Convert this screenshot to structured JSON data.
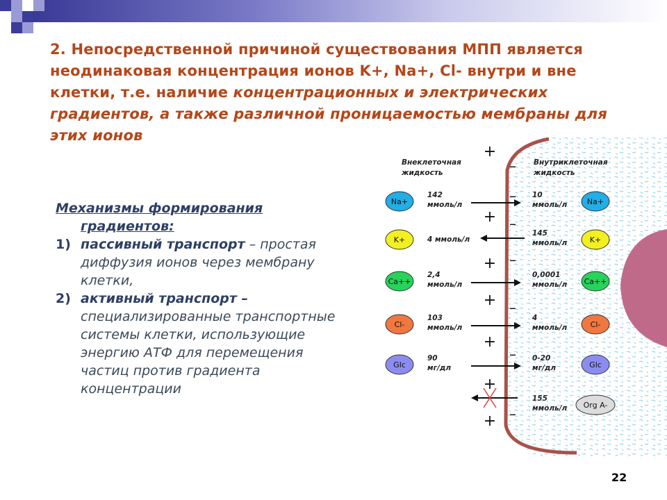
{
  "title": {
    "normal": "2. Непосредственной причиной существования МПП является неодинаковая концентрация ионов K+, Na+, Cl- внутри и вне клетки, т.е. наличие ",
    "italic": "концентрационных и электрических градиентов, а также различной проницаемостью мембраны для этих ионов"
  },
  "mechanisms": {
    "heading_line1": "Механизмы формирования",
    "heading_line2": "градиентов:",
    "items": [
      {
        "num": "1)",
        "bold": "пассивный транспорт",
        "rest": " – простая диффузия ионов через мембрану клетки,"
      },
      {
        "num": "2)",
        "bold": "активный транспорт –",
        "rest": " специализированные транспортные системы клетки, использующие энергию АТФ для перемещения частиц против градиента концентрации"
      }
    ]
  },
  "diagram": {
    "outside_label": [
      "Внеклеточная",
      "жидкость"
    ],
    "inside_label": [
      "Внутриклеточная",
      "жидкость"
    ],
    "plus": "+",
    "minus": "–",
    "ions": [
      {
        "name": "Na+",
        "color": "#22aee6",
        "out_conc": [
          "142",
          "ммоль/л"
        ],
        "in_conc": [
          "10",
          "ммоль/л"
        ],
        "in_name": "Na+",
        "in_color": "#22aee6",
        "direction": "in"
      },
      {
        "name": "K+",
        "color": "#f3f020",
        "out_conc": [
          "4 ммоль/л"
        ],
        "in_conc": [
          "145",
          "ммоль/л"
        ],
        "in_name": "K+",
        "in_color": "#f3f020",
        "direction": "out"
      },
      {
        "name": "Ca++",
        "color": "#27d35a",
        "out_conc": [
          "2,4",
          "ммоль/л"
        ],
        "in_conc": [
          "0,0001",
          "ммоль/л"
        ],
        "in_name": "Ca++",
        "in_color": "#27d35a",
        "direction": "in"
      },
      {
        "name": "Cl-",
        "color": "#f07840",
        "out_conc": [
          "103",
          "ммоль/л"
        ],
        "in_conc": [
          "4",
          "ммоль/л"
        ],
        "in_name": "Cl-",
        "in_color": "#f07840",
        "direction": "in"
      },
      {
        "name": "Glc",
        "color": "#8c8cf0",
        "out_conc": [
          "90",
          "мг/дл"
        ],
        "in_conc": [
          "0-20",
          "мг/дл"
        ],
        "in_name": "Glc",
        "in_color": "#8c8cf0",
        "direction": "in"
      },
      {
        "name": "",
        "color": "",
        "out_conc": [],
        "in_conc": [
          "155",
          "ммоль/л"
        ],
        "in_name": "Org A-",
        "in_color": "#dcdcdc",
        "direction": "blocked"
      }
    ],
    "colors": {
      "membrane": "#a8524a",
      "cytoplasm_dots": "#9ad4e6",
      "nucleus": "#c06a8a"
    }
  },
  "page_number": "22"
}
